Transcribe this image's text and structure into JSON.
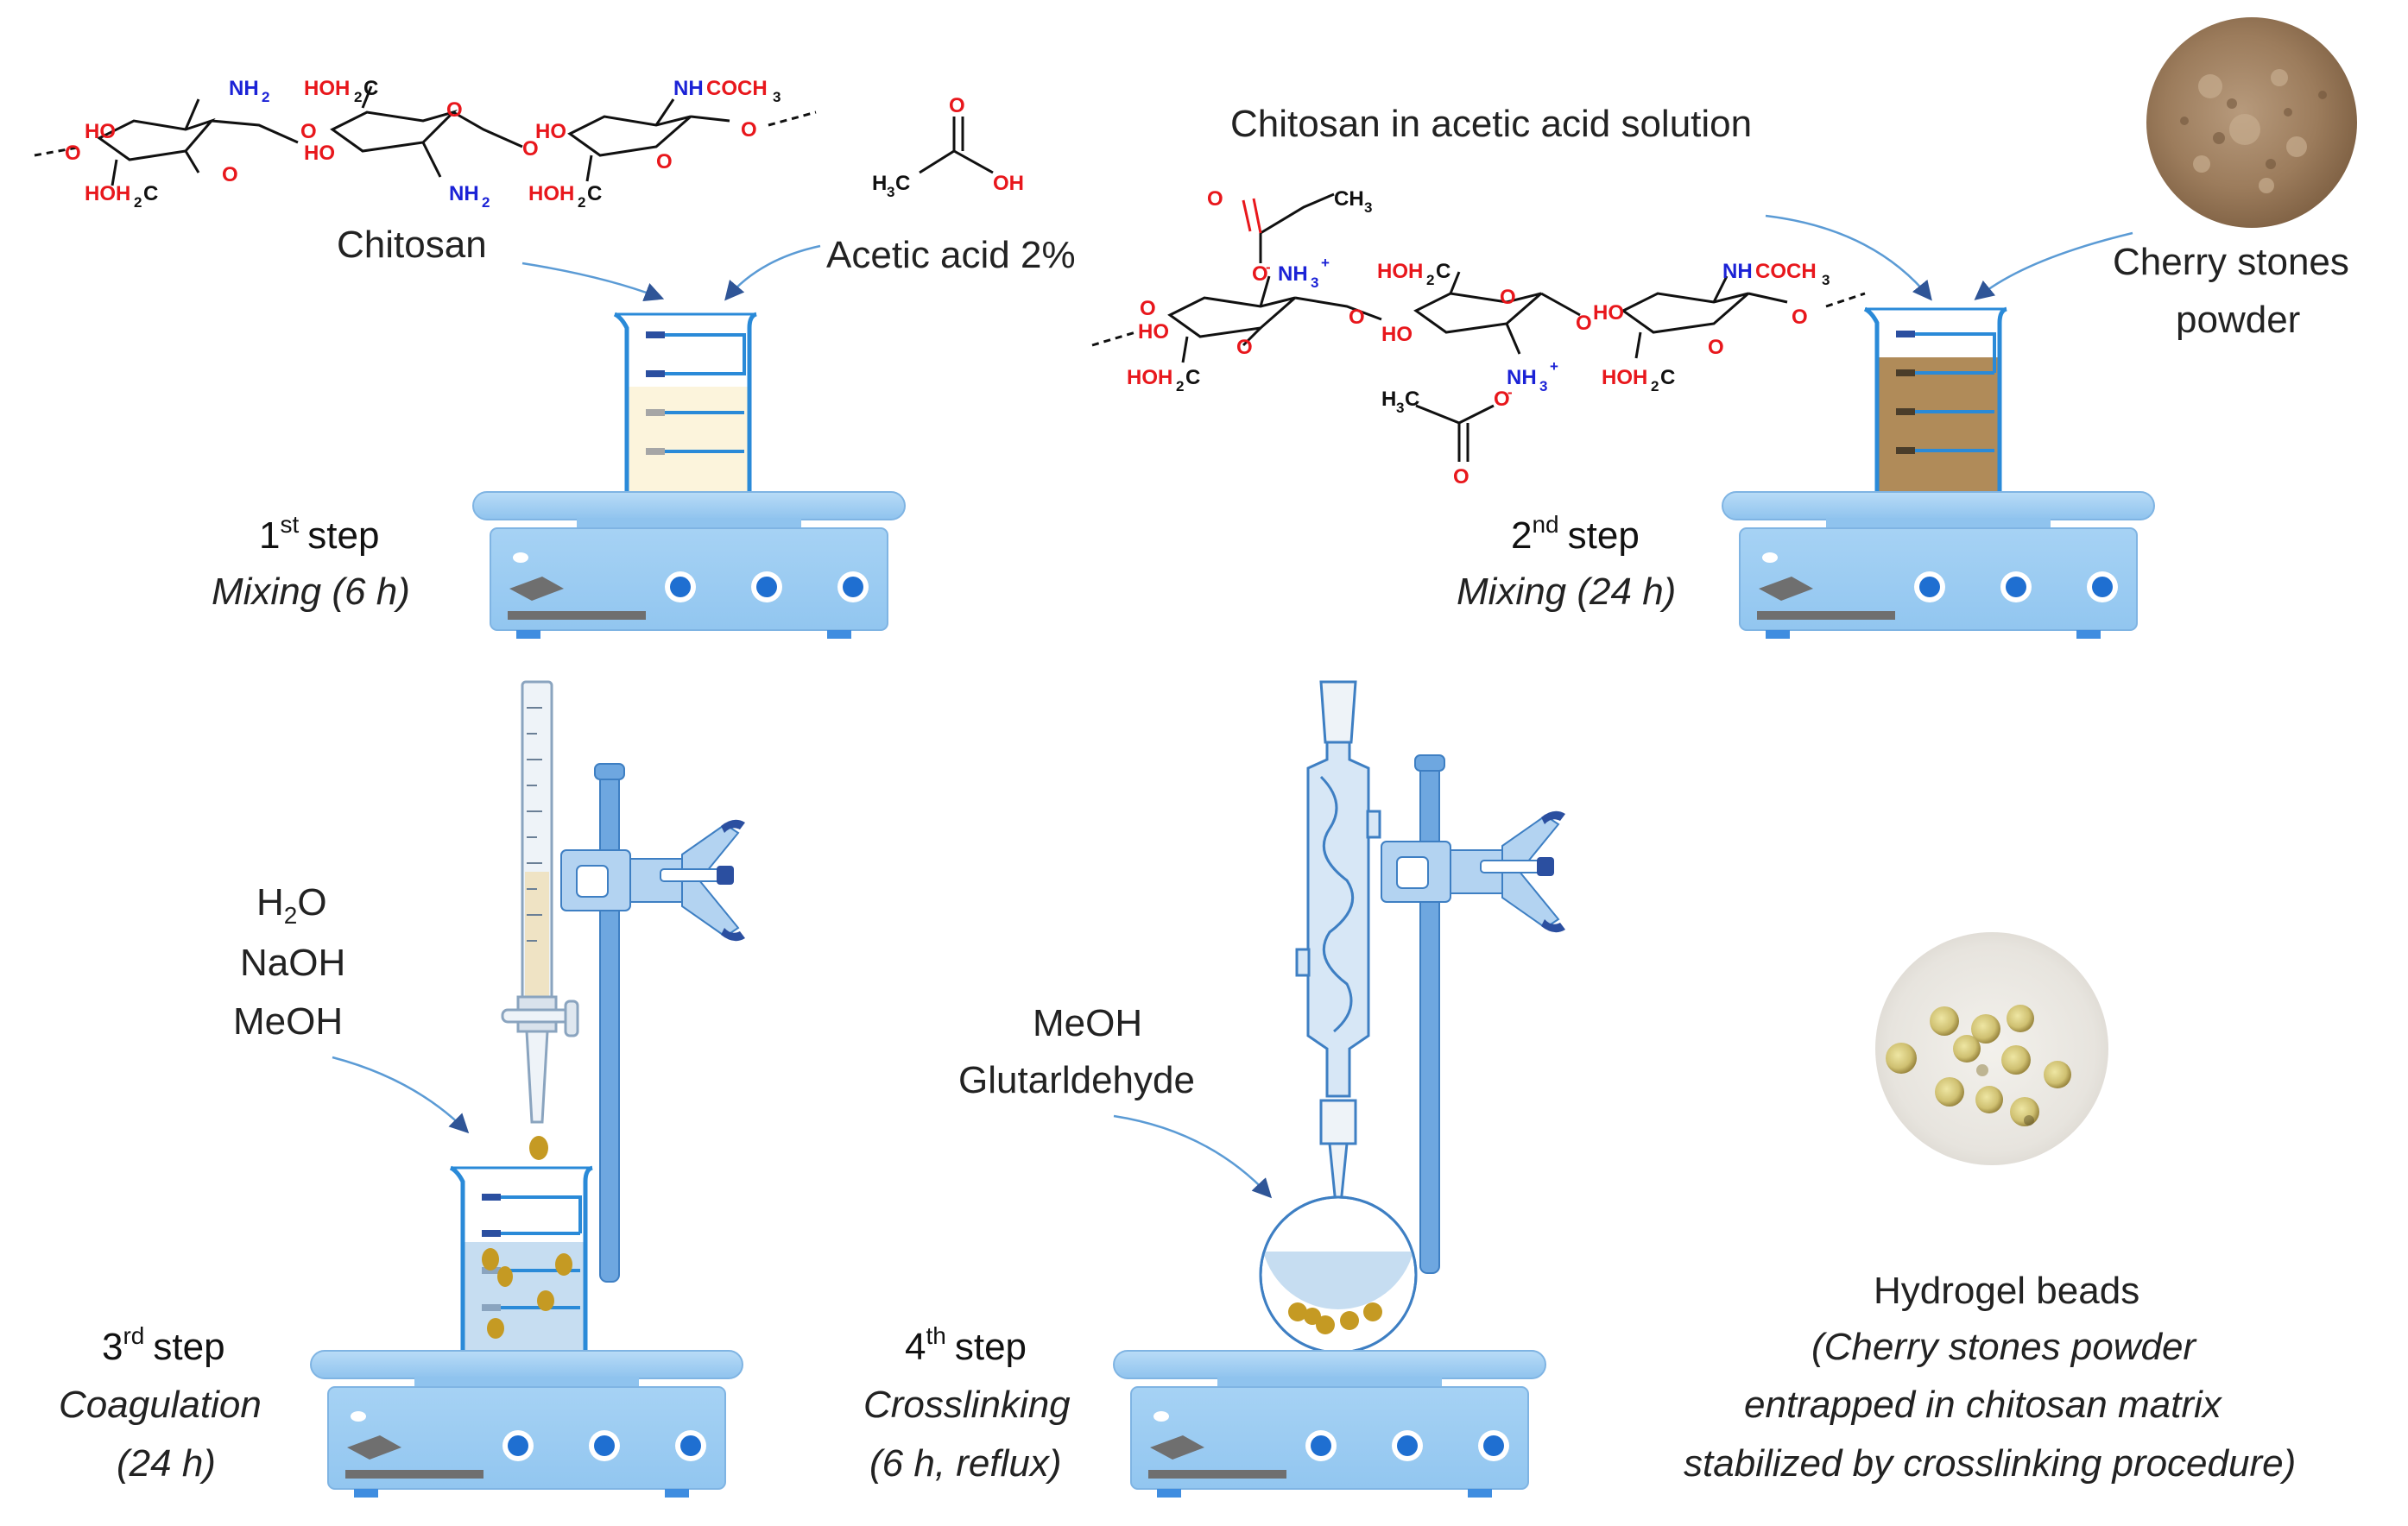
{
  "steps": [
    {
      "ordinal": "1",
      "sup": "st",
      "word": "step",
      "process": "Mixing (6 h)"
    },
    {
      "ordinal": "2",
      "sup": "nd",
      "word": "step",
      "process": "Mixing (24 h)"
    },
    {
      "ordinal": "3",
      "sup": "rd",
      "word": "step",
      "process_line1": "Coagulation",
      "process_line2": "(24 h)"
    },
    {
      "ordinal": "4",
      "sup": "th",
      "word": "step",
      "process_line1": "Crosslinking",
      "process_line2": "(6 h, reflux)"
    }
  ],
  "reagents": {
    "chitosan": "Chitosan",
    "acetic_acid": "Acetic acid 2%",
    "solution_title": "Chitosan in acetic acid solution",
    "cherry_line1": "Cherry stones",
    "cherry_line2": "powder",
    "coag_h2o_main": "H",
    "coag_h2o_sub": "2",
    "coag_h2o_end": "O",
    "coag_naoh": "NaOH",
    "coag_meoh": "MeOH",
    "cross_meoh": "MeOH",
    "cross_glut": "Glutarldehyde"
  },
  "result": {
    "title": "Hydrogel beads",
    "line1": "(Cherry stones powder",
    "line2": "entrapped in chitosan matrix",
    "line3": "stabilized by crosslinking procedure)"
  },
  "chem": {
    "ho": "HO",
    "o": "O",
    "nh2": "NH",
    "sub2": "2",
    "hoh2c": "HOH",
    "c": "C",
    "ho2c": "HOH",
    "nh": "NH",
    "coch": "COCH",
    "sub3": "3",
    "h3c": "H",
    "h3c_end": "C",
    "oh": "OH",
    "nh3": "NH",
    "plus": "+",
    "minus": "-"
  },
  "colors": {
    "beaker_liquid_1": "#fcf4dc",
    "beaker_liquid_2": "#b08b59",
    "stirrer": "#a9d3f5",
    "bead": "#c59a23",
    "arrow": "#2f5597",
    "chem_red": "#e8171c",
    "chem_blue": "#1b22d6"
  }
}
